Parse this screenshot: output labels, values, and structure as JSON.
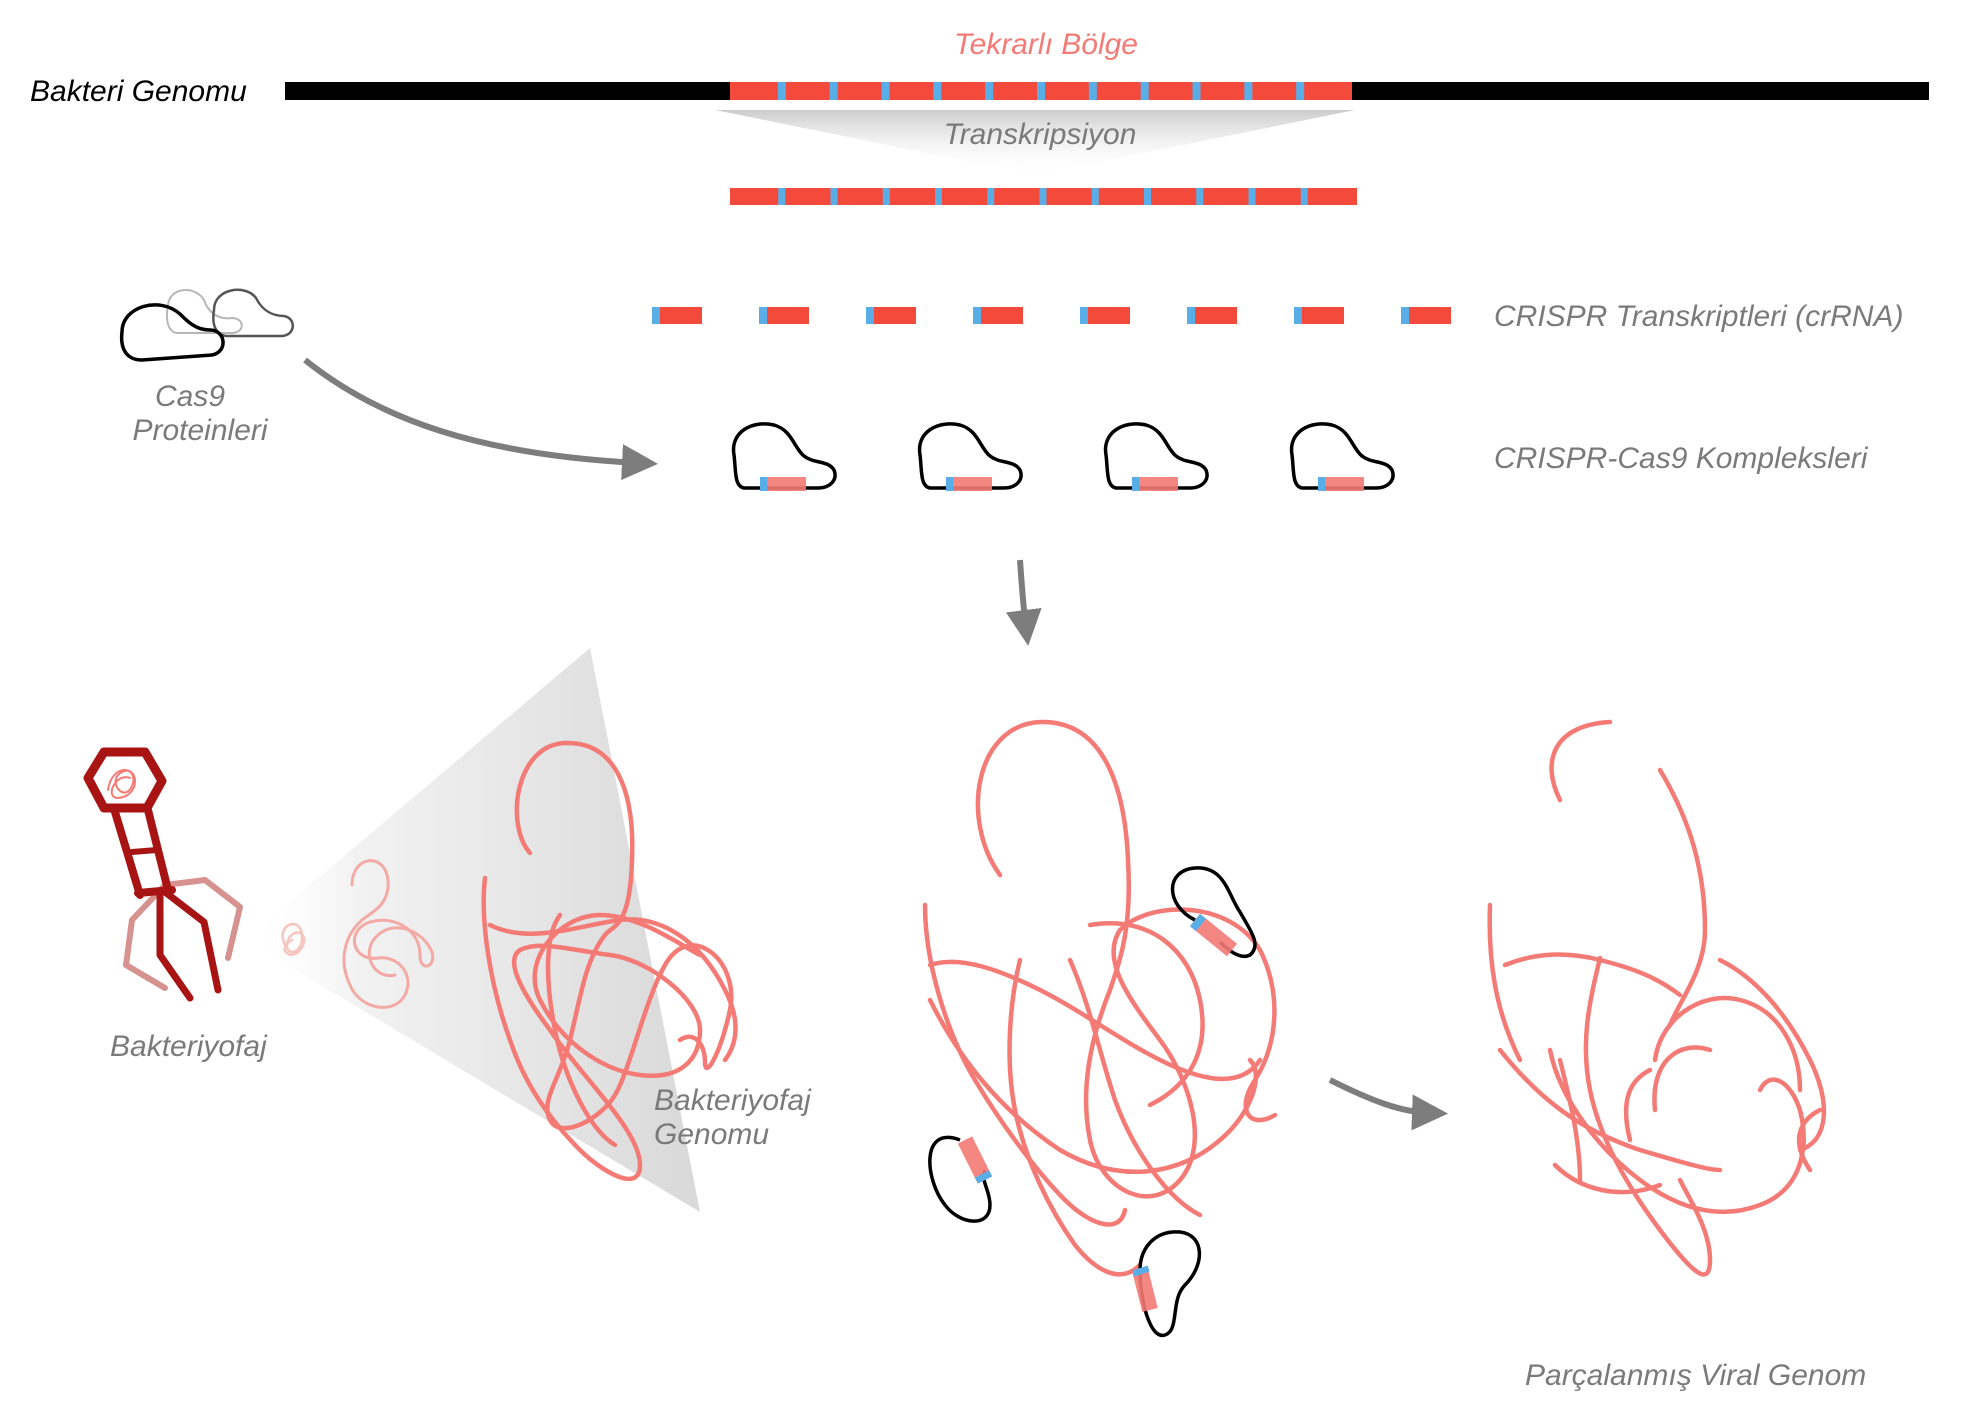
{
  "labels": {
    "bacterial_genome": "Bakteri Genomu",
    "repeat_region": "Tekrarlı Bölge",
    "transcription": "Transkripsiyon",
    "crrna": "CRISPR Transkriptleri (crRNA)",
    "cas9_line1": "Cas9",
    "cas9_line2": "Proteinleri",
    "complexes": "CRISPR-Cas9 Kompleksleri",
    "phage": "Bakteriyofaj",
    "phage_genome_line1": "Bakteriyofaj",
    "phage_genome_line2": "Genomu",
    "degraded": "Parçalanmış Viral Genom"
  },
  "colors": {
    "repeat_red": "#f44a3c",
    "spacer_blue": "#5aaee8",
    "viral_pink": "#f47a76",
    "phage_dark_red": "#a81414",
    "label_gray": "#7a7a7a",
    "arrow_gray": "#7d7d7d",
    "genome_black": "#000000"
  },
  "counts": {
    "repeat_units": 12,
    "crrna_fragments": 8,
    "cas9_complexes": 4
  }
}
